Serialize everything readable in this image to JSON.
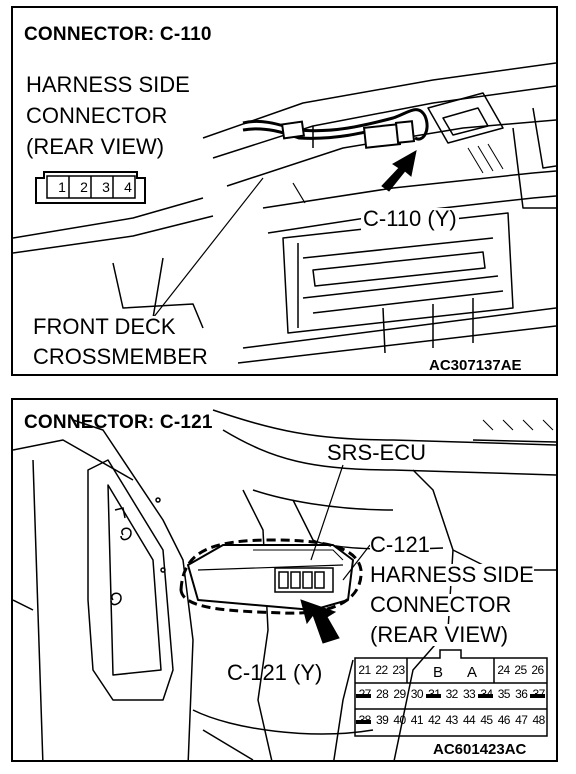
{
  "panel1": {
    "title": "CONNECTOR: C-110",
    "side_label": [
      "HARNESS SIDE",
      "CONNECTOR",
      "(REAR VIEW)"
    ],
    "pins": [
      "1",
      "2",
      "3",
      "4"
    ],
    "connector_label": "C-110 (Y)",
    "member_label": [
      "FRONT DECK",
      "CROSSMEMBER"
    ],
    "code": "AC307137AE"
  },
  "panel2": {
    "title": "CONNECTOR: C-121",
    "ecu_label": "SRS-ECU",
    "side_label": [
      "C-121",
      "HARNESS SIDE",
      "CONNECTOR",
      "(REAR VIEW)"
    ],
    "connector_label": "C-121 (Y)",
    "letters": [
      "B",
      "A"
    ],
    "pins_row1_left": [
      "21",
      "22",
      "23"
    ],
    "pins_row1_right": [
      "24",
      "25",
      "26"
    ],
    "pins_row2": [
      "27",
      "28",
      "29",
      "30",
      "31",
      "32",
      "33",
      "34",
      "35",
      "36",
      "37"
    ],
    "pins_row3": [
      "38",
      "39",
      "40",
      "41",
      "42",
      "43",
      "44",
      "45",
      "46",
      "47",
      "48"
    ],
    "code": "AC601423AC"
  }
}
